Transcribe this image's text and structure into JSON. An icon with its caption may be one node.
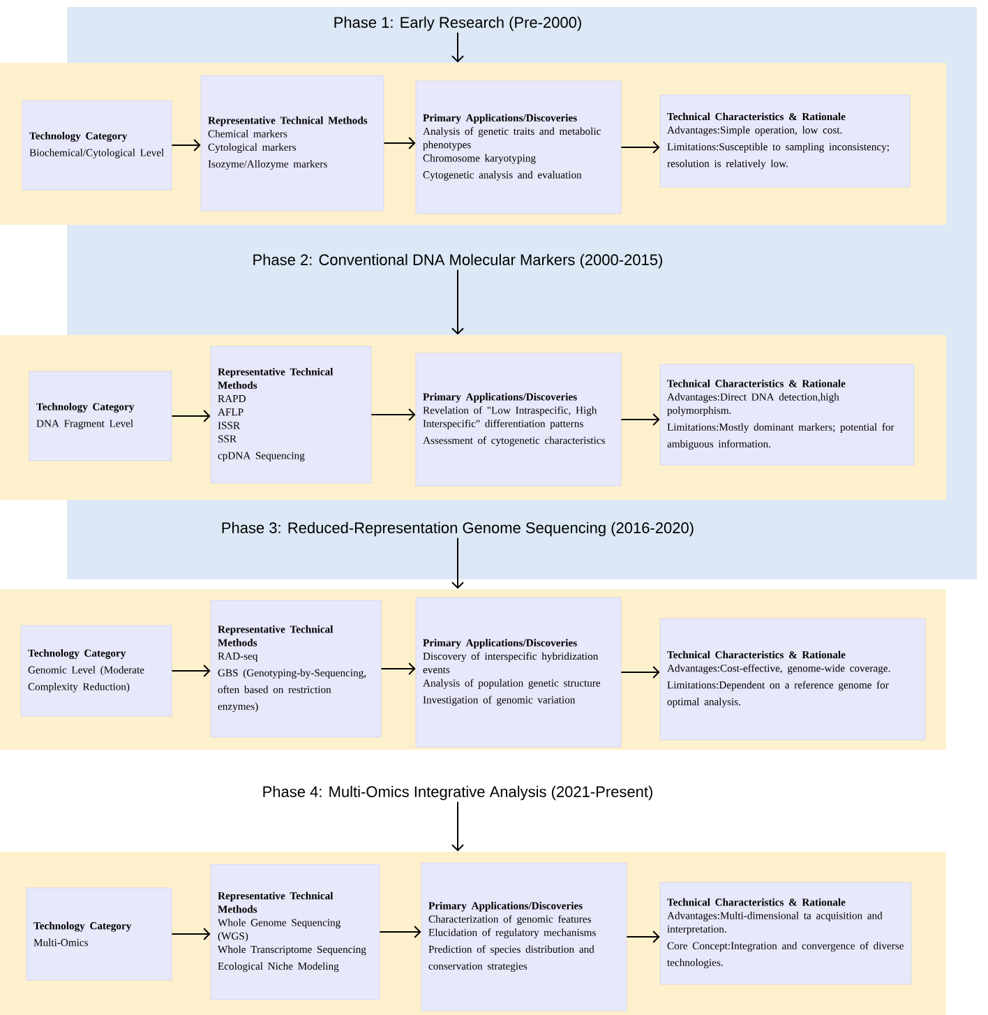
{
  "diagram": {
    "nodes": [
      {
        "text": [
          "Phase 1: Early Research (Pre-2000)"
        ]
      },
      {
        "text": [],
        "shape": "box"
      },
      {
        "text": [
          "Technology Category",
          "Biochemical/Cytological Level"
        ],
        "in": 1
      },
      {
        "text": [
          "Representative Technical Methods",
          "Chemical markers",
          "Cytological markers",
          "Isozyme/Allozyme markers"
        ],
        "in": 1
      },
      {
        "text": [
          "Primary Applications/Discoveries",
          "Analysis of genetic traits and metabolic phenotypes",
          "Chromosome karyotyping",
          "Cytogenetic analysis and evaluation"
        ],
        "in": 1
      },
      {
        "text": [
          "Technical Characteristics & Rationale",
          "Advantages:Simple operation, low cost.",
          "Limitations:Susceptible to sampling inconsistency; resolution is relatively low."
        ],
        "in": 1
      },
      {
        "text": [
          "Phase 2: Conventional DNA Molecular Markers (2000-2015)"
        ]
      },
      {
        "text": [],
        "shape": "box"
      },
      {
        "text": [
          "Technology Category",
          "DNA Fragment Level"
        ],
        "in": 7
      },
      {
        "text": [
          "Representative Technical Methods",
          "RAPD",
          "AFLP",
          "ISSR",
          "SSR",
          "cpDNA Sequencing"
        ],
        "in": 7
      },
      {
        "text": [
          "Primary Applications/Discoveries",
          "Revelation of \"Low Intraspecific, High Interspecific\" differentiation patterns",
          "Assessment of cytogenetic characteristics"
        ],
        "in": 7
      },
      {
        "text": [
          "Technical Characteristics & Rationale",
          "Advantages:Direct DNA detection,high polymorphism.",
          "Limitations:Mostly dominant markers; potential for ambiguous information."
        ],
        "in": 7
      },
      {
        "text": [
          "Phase 3: Reduced-Representation Genome Sequencing (2016-2020)"
        ]
      },
      {
        "text": [],
        "shape": "box"
      },
      {
        "text": [
          "Technology Category",
          "Genomic Level (Moderate Complexity Reduction)"
        ],
        "in": 13
      },
      {
        "text": [
          "Representative Technical Methods",
          "RAD-seq",
          "GBS (Genotyping-by-Sequencing, often based on restriction enzymes)"
        ],
        "in": 13
      },
      {
        "text": [
          "Primary Applications/Discoveries",
          "Discovery of interspecific hybridization events",
          "Analysis of population genetic structure",
          "Investigation of genomic variation"
        ],
        "in": 13
      },
      {
        "text": [
          "Technical Characteristics & Rationale",
          "Advantages:Cost-effective, genome-wide coverage.",
          "Limitations:Dependent on a reference genome for optimal analysis."
        ],
        "in": 13
      },
      {
        "text": [
          "Phase 4: Multi-Omics Integrative Analysis (2021-Present)"
        ]
      },
      {
        "text": [],
        "shape": "box"
      },
      {
        "text": [
          "Technology Category",
          "Multi-Omics"
        ],
        "in": 19
      },
      {
        "text": [
          "Representative Technical Methods",
          "Whole Genome Sequencing (WGS)",
          "Whole Transcriptome Sequencing",
          "Ecological Niche Modeling"
        ],
        "in": 19
      },
      {
        "text": [
          "Primary Applications/Discoveries",
          "Characterization of genomic features",
          "Elucidation of regulatory mechanisms",
          "Prediction of species distribution and conservation strategies"
        ],
        "in": 19
      },
      {
        "text": [
          "Technical Characteristics & Rationale",
          "Advantages:Multi-dimensional ta acquisition and interpretation.",
          "Core Concept:Integration and convergence of diverse technologies."
        ],
        "in": 19
      }
    ],
    "edges": [
      {
        "from": 0,
        "to": 1,
        "arrow": "to"
      },
      {
        "from": 2,
        "to": 3,
        "arrow": "to"
      },
      {
        "from": 3,
        "to": 4,
        "arrow": "to"
      },
      {
        "from": 4,
        "to": 5,
        "arrow": "to"
      },
      {
        "from": 6,
        "to": 7,
        "arrow": "to"
      },
      {
        "from": 8,
        "to": 9,
        "arrow": "to"
      },
      {
        "from": 9,
        "to": 10,
        "arrow": "to"
      },
      {
        "from": 10,
        "to": 11,
        "arrow": "to"
      },
      {
        "from": 12,
        "to": 13,
        "arrow": "to"
      },
      {
        "from": 14,
        "to": 15,
        "arrow": "to"
      },
      {
        "from": 15,
        "to": 16,
        "arrow": "to"
      },
      {
        "from": 16,
        "to": 17,
        "arrow": "to"
      },
      {
        "from": 18,
        "to": 19,
        "arrow": "to"
      },
      {
        "from": 20,
        "to": 21,
        "arrow": "to"
      },
      {
        "from": 21,
        "to": 22,
        "arrow": "to"
      },
      {
        "from": 22,
        "to": 23,
        "arrow": "to"
      }
    ]
  }
}
